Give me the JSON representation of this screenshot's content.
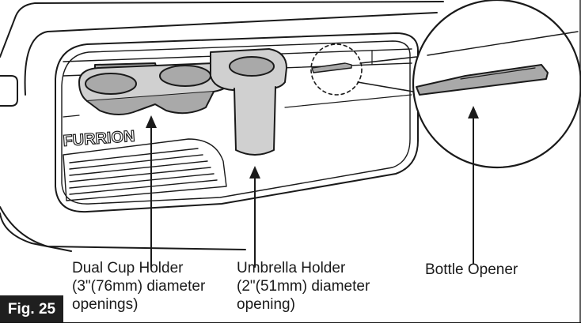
{
  "figure": {
    "tag": "Fig. 25"
  },
  "brand": {
    "logo_text": "FURRION"
  },
  "callouts": {
    "dual_cup": {
      "title": "Dual Cup Holder",
      "line2": "(3\"(76mm) diameter",
      "line3": "openings)"
    },
    "umbrella": {
      "title": "Umbrella Holder",
      "line2": "(2\"(51mm) diameter",
      "line3": "opening)"
    },
    "bottle": {
      "title": "Bottle Opener"
    }
  },
  "colors": {
    "stroke": "#1a1a1a",
    "holder_fill": "#a9a9a9",
    "holder_light": "#d0d0d0",
    "badge": "#1f1f1f"
  }
}
